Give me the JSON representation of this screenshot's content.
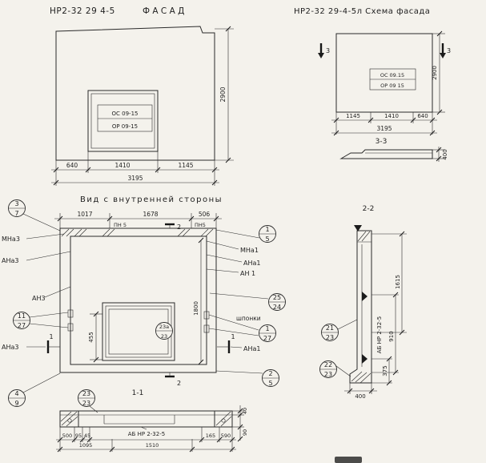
{
  "colors": {
    "paper": "#f4f2ec",
    "ink": "#2a2a2a"
  },
  "facade_view": {
    "title_num": "НР2-32 29 4-5",
    "title_word": "Ф А С А Д",
    "window_label_top": "ОС 09-15",
    "window_label_bottom": "ОР 09-15",
    "dim_height": "2900",
    "dim_segments": [
      "640",
      "1410",
      "1145"
    ],
    "dim_total": "3195"
  },
  "scheme_view": {
    "title": "НР2-32 29-4-5л Схема фасада",
    "section_mark": "3",
    "box_label_top": "ОС 09.15",
    "box_label_bottom": "ОР 09 15",
    "dim_height": "2900",
    "dim_segments": [
      "1145",
      "1410",
      "640"
    ],
    "dim_total": "3195",
    "section_33_label": "3-3",
    "profile_dim": "400"
  },
  "inner_view": {
    "title": "Вид с внутренней стороны",
    "dim_top_segments": [
      "1017",
      "1678",
      "506"
    ],
    "top_plate_labels": [
      "ПН 5",
      "ПН5"
    ],
    "section1_mark": "1",
    "section2_mark": "2",
    "dim_window_offset": "455",
    "dim_inner_height": "1800",
    "left": {
      "callout_top": {
        "num": "3",
        "den": "7"
      },
      "label_mn": "МНа3",
      "label_ana": "АНа3",
      "label_an": "АН3",
      "keys_callout": {
        "num": "11",
        "den": "27"
      },
      "label_ana_bottom": "АНа3",
      "callout_bottom": {
        "num": "4",
        "den": "9"
      }
    },
    "right": {
      "callout_top": {
        "num": "1",
        "den": "5"
      },
      "label_mn": "МНа1",
      "label_ana": "АНа1",
      "label_an": "АН 1",
      "callout_mid": {
        "num": "25",
        "den": "24"
      },
      "keys_label": "шпонки",
      "keys_callout": {
        "num": "1",
        "den": "27"
      },
      "label_ana_bottom": "АНа1",
      "callout_bottom": {
        "num": "2",
        "den": "5"
      }
    },
    "window_callout": {
      "num": "23а",
      "den": "23"
    }
  },
  "section_11": {
    "label": "1-1",
    "callout": {
      "num": "23",
      "den": "23"
    },
    "part_label": "АБ НР 2-32-5",
    "dims_row1": [
      "500",
      "95",
      "45",
      "165",
      "590"
    ],
    "dims_row2": [
      "1095",
      "1510"
    ],
    "dim_deck": "40",
    "dim_rib": "90"
  },
  "section_22": {
    "label": "2-2",
    "part_label": "АБ НР 2-32-5",
    "callout_upper": {
      "num": "21",
      "den": "23"
    },
    "callout_lower": {
      "num": "22",
      "den": "23"
    },
    "dim_h1": "1615",
    "dim_h2": "910",
    "dim_h3": "375",
    "dim_width": "400"
  }
}
